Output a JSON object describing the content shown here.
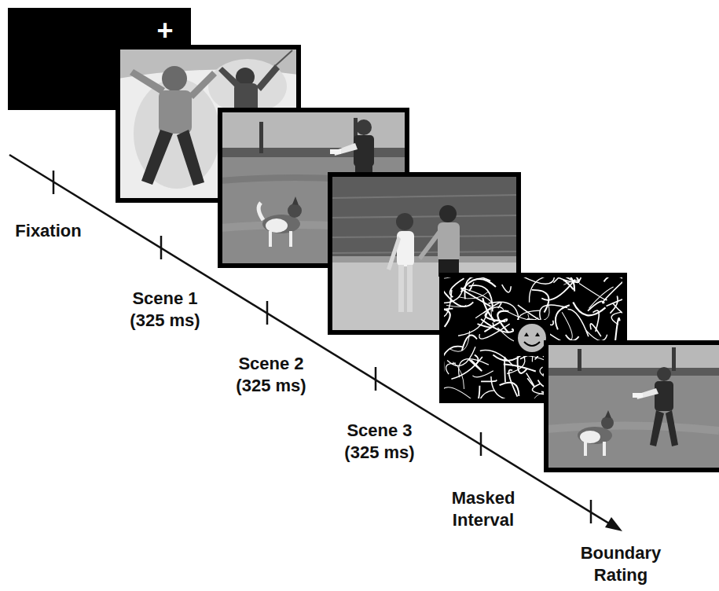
{
  "diagram": {
    "labels": [
      "+",
      "Fixation",
      "Scene 1 (325 ms)",
      "Scene 2 (325 ms)",
      "Scene 3 (325 ms)",
      "Masked Interval",
      "Boundary Rating"
    ]
  }
}
